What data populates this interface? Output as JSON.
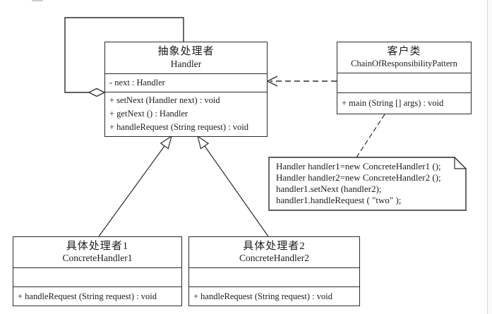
{
  "colors": {
    "line": "#2b2b2b",
    "background": "#ffffff",
    "note_fill": "#ffffff"
  },
  "diagram": {
    "handler": {
      "name_cn": "抽象处理者",
      "name_en": "Handler",
      "attributes": [
        "- next : Handler"
      ],
      "methods": [
        "+ setNext (Handler next) : void",
        "+ getNext () : Handler",
        "+ handleRequest (String request) : void"
      ]
    },
    "client": {
      "name_cn": "客户类",
      "name_en": "ChainOfResponsibilityPattern",
      "methods": [
        "+ main (String [] args) : void"
      ]
    },
    "concrete1": {
      "name_cn": "具体处理者1",
      "name_en": "ConcreteHandler1",
      "methods": [
        "+ handleRequest (String request) : void"
      ]
    },
    "concrete2": {
      "name_cn": "具体处理者2",
      "name_en": "ConcreteHandler2",
      "methods": [
        "+ handleRequest (String request) : void"
      ]
    },
    "note": {
      "lines": [
        "Handler handler1=new ConcreteHandler1 ();",
        "Handler handler2=new ConcreteHandler2 ();",
        "handler1.setNext (handler2);",
        "handler1.handleRequest ( \"two\" );"
      ]
    }
  }
}
